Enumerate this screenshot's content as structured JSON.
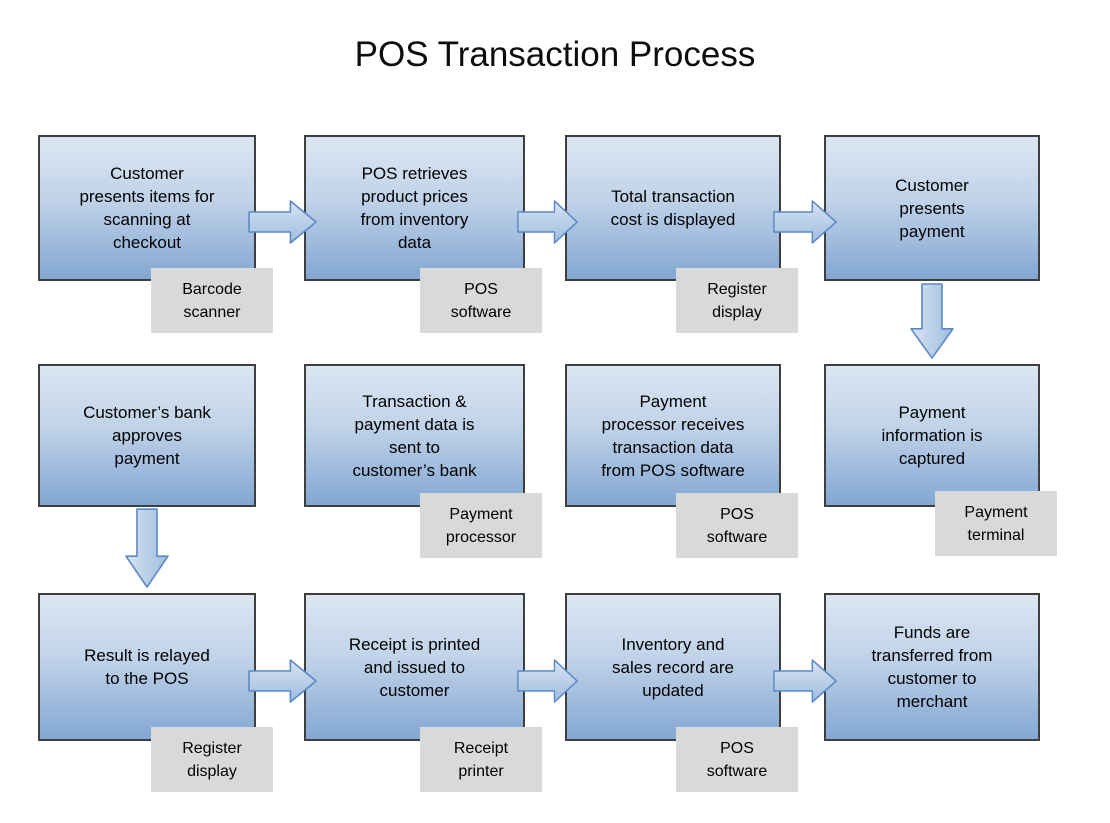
{
  "title": "POS Transaction Process",
  "colors": {
    "background": "#ffffff",
    "box_gradient_top": "#dce6f2",
    "box_gradient_bottom": "#83a7d3",
    "box_border": "#3f3f3f",
    "arrow_fill_top": "#d9e4f3",
    "arrow_fill_bottom": "#9dbcde",
    "arrow_border": "#5b89c7",
    "tag_background": "#d9d9d9",
    "text": "#000000"
  },
  "steps": [
    {
      "text": "Customer\npresents items for\nscanning at\ncheckout",
      "tool": "Barcode\nscanner"
    },
    {
      "text": "POS retrieves\nproduct prices\nfrom inventory\ndata",
      "tool": "POS\nsoftware"
    },
    {
      "text": "Total transaction\ncost is displayed",
      "tool": "Register\ndisplay"
    },
    {
      "text": "Customer\npresents\npayment"
    },
    {
      "text": "Customer’s bank\napproves\npayment"
    },
    {
      "text": "Transaction &\npayment data is\nsent to\ncustomer’s bank",
      "tool": "Payment\nprocessor"
    },
    {
      "text": "Payment\nprocessor receives\ntransaction data\nfrom POS software",
      "tool": "POS\nsoftware"
    },
    {
      "text": "Payment\ninformation is\ncaptured",
      "tool": "Payment\nterminal"
    },
    {
      "text": "Result is relayed\nto the POS",
      "tool": "Register\ndisplay"
    },
    {
      "text": "Receipt is printed\nand issued to\ncustomer",
      "tool": "Receipt\nprinter"
    },
    {
      "text": "Inventory and\nsales record are\nupdated",
      "tool": "POS\nsoftware"
    },
    {
      "text": "Funds are\ntransferred from\ncustomer to\nmerchant"
    }
  ]
}
